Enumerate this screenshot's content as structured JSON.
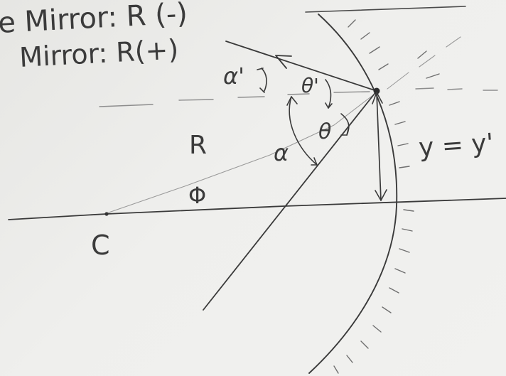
{
  "header": {
    "line1": "e Mirror: R (-)",
    "line2": "Mirror: R(+)"
  },
  "labels": {
    "alpha_prime": "α'",
    "theta_prime": "θ'",
    "theta": "θ",
    "alpha": "α",
    "R": "R",
    "phi": "Φ",
    "y_eq": "y = y'",
    "C": "C"
  }
}
